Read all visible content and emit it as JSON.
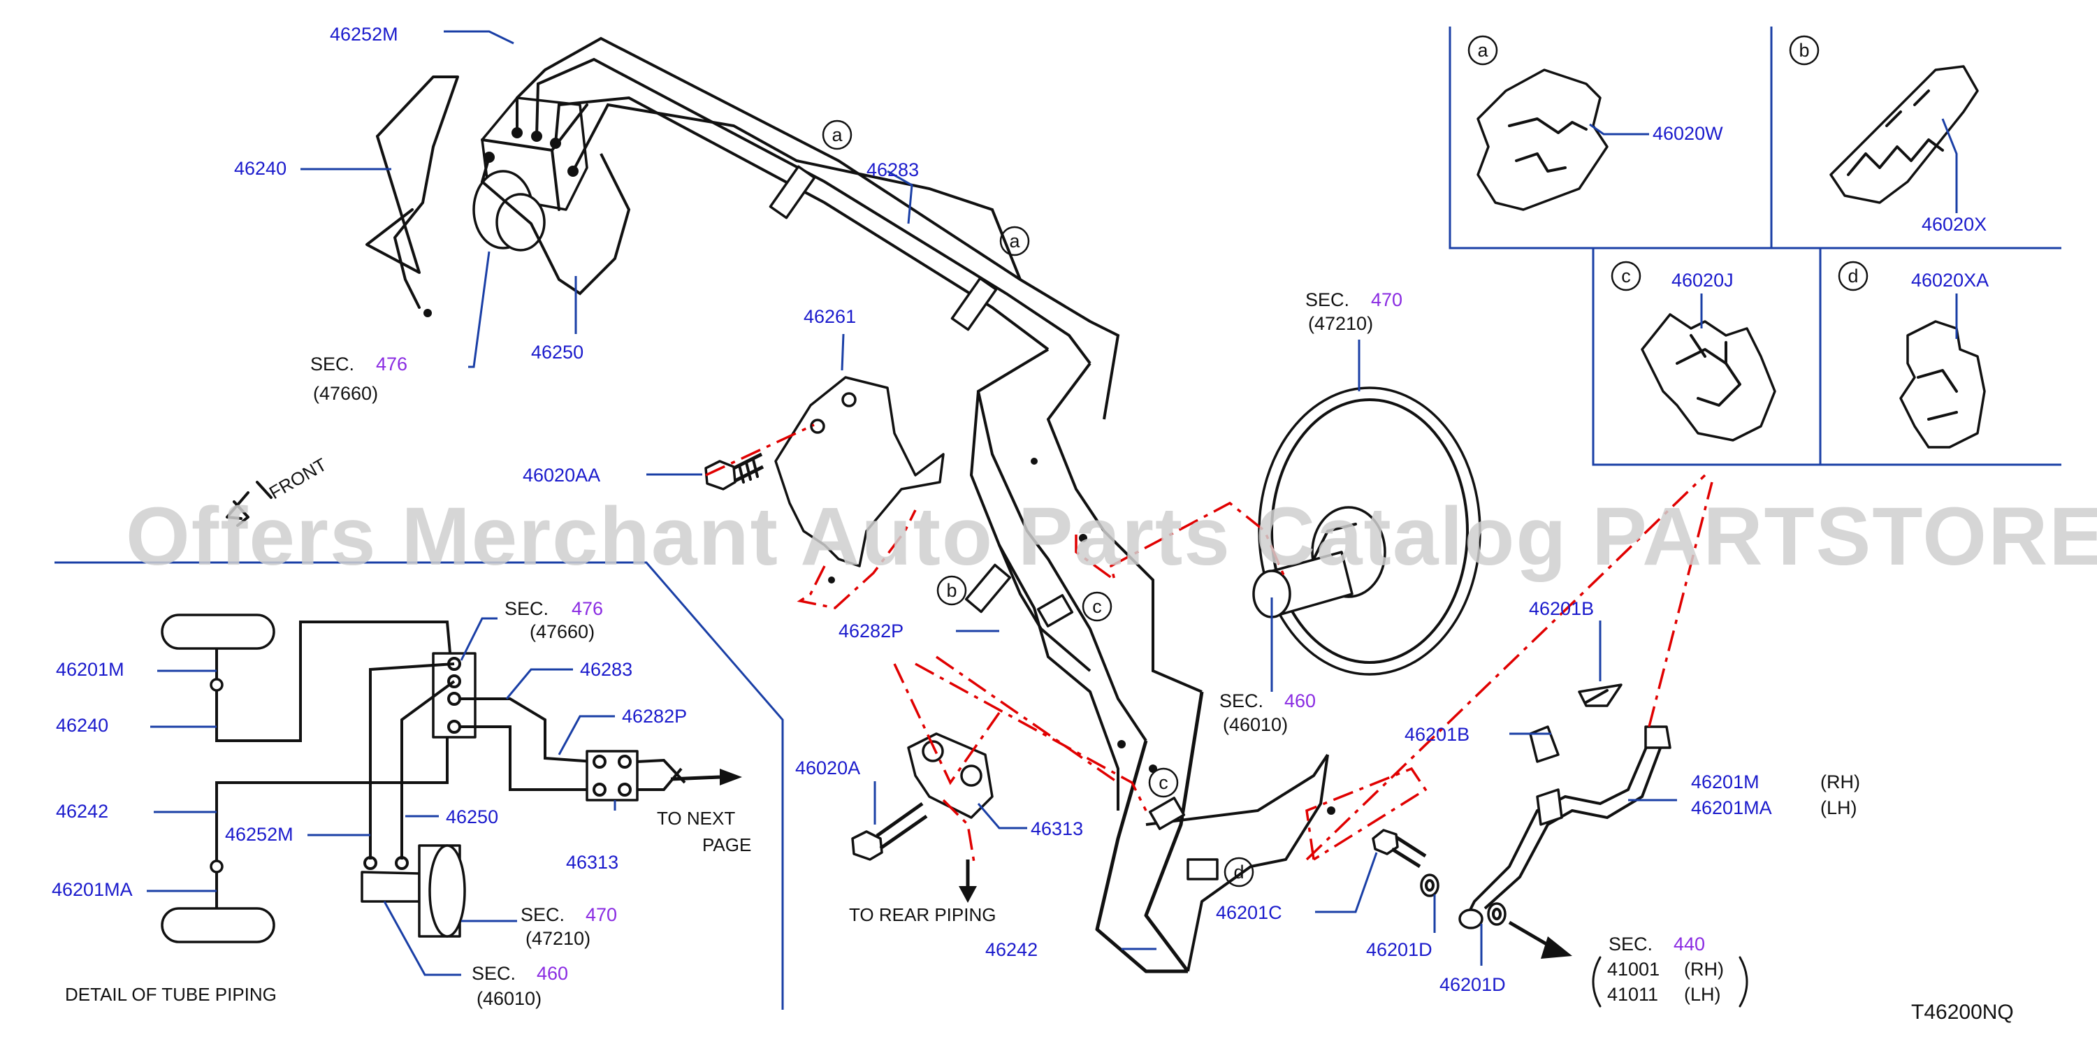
{
  "watermark": "Offers Merchant Auto Parts Catalog PARTSTORE.SA",
  "diagram_code": "T46200NQ",
  "labels": {
    "p46252M": "46252M",
    "p46240": "46240",
    "p46250": "46250",
    "p46283": "46283",
    "p46261": "46261",
    "p46020AA": "46020AA",
    "p46282P": "46282P",
    "p46020A": "46020A",
    "p46313": "46313",
    "p46242": "46242",
    "p46201C": "46201C",
    "p46201D_1": "46201D",
    "p46201D_2": "46201D",
    "p46201B_1": "46201B",
    "p46201B_2": "46201B",
    "p46201M": "46201M",
    "p46201MA": "46201MA",
    "rh": "(RH)",
    "lh": "(LH)",
    "front": "FRONT",
    "to_rear_piping": "TO  REAR  PIPING"
  },
  "callouts": {
    "a1": "a",
    "a2": "a",
    "b": "b",
    "c1": "c",
    "c2": "c",
    "d": "d"
  },
  "sections": {
    "sec476_top": {
      "prefix": "SEC.",
      "num": "476",
      "code": "(47660)"
    },
    "sec470_top": {
      "prefix": "SEC.",
      "num": "470",
      "code": "(47210)"
    },
    "sec460_top": {
      "prefix": "SEC.",
      "num": "460",
      "code": "(46010)"
    },
    "sec440": {
      "prefix": "SEC.",
      "num": "440",
      "rows": [
        {
          "part": "41001",
          "side": "(RH)"
        },
        {
          "part": "41011",
          "side": "(LH)"
        }
      ]
    }
  },
  "detail_boxes": [
    {
      "letter": "a",
      "part": "46020W"
    },
    {
      "letter": "b",
      "part": "46020X"
    },
    {
      "letter": "c",
      "part": "46020J"
    },
    {
      "letter": "d",
      "part": "46020XA"
    }
  ],
  "detail_tube": {
    "title": "DETAIL  OF  TUBE  PIPING",
    "labels": {
      "p46201M": "46201M",
      "p46240": "46240",
      "p46242": "46242",
      "p46201MA": "46201MA",
      "p46252M": "46252M",
      "p46250": "46250",
      "p46283": "46283",
      "p46282P": "46282P",
      "p46313": "46313",
      "to_next_1": "TO  NEXT",
      "to_next_2": "PAGE"
    },
    "sec476": {
      "prefix": "SEC.",
      "num": "476",
      "code": "(47660)"
    },
    "sec470": {
      "prefix": "SEC.",
      "num": "470",
      "code": "(47210)"
    },
    "sec460": {
      "prefix": "SEC.",
      "num": "460",
      "code": "(46010)"
    }
  },
  "colors": {
    "part_number": "#1a1acc",
    "section_number": "#8a2be2",
    "leader": "#1a3fa6",
    "dash_guide": "#e00000",
    "watermark": "#cfcfcf"
  }
}
